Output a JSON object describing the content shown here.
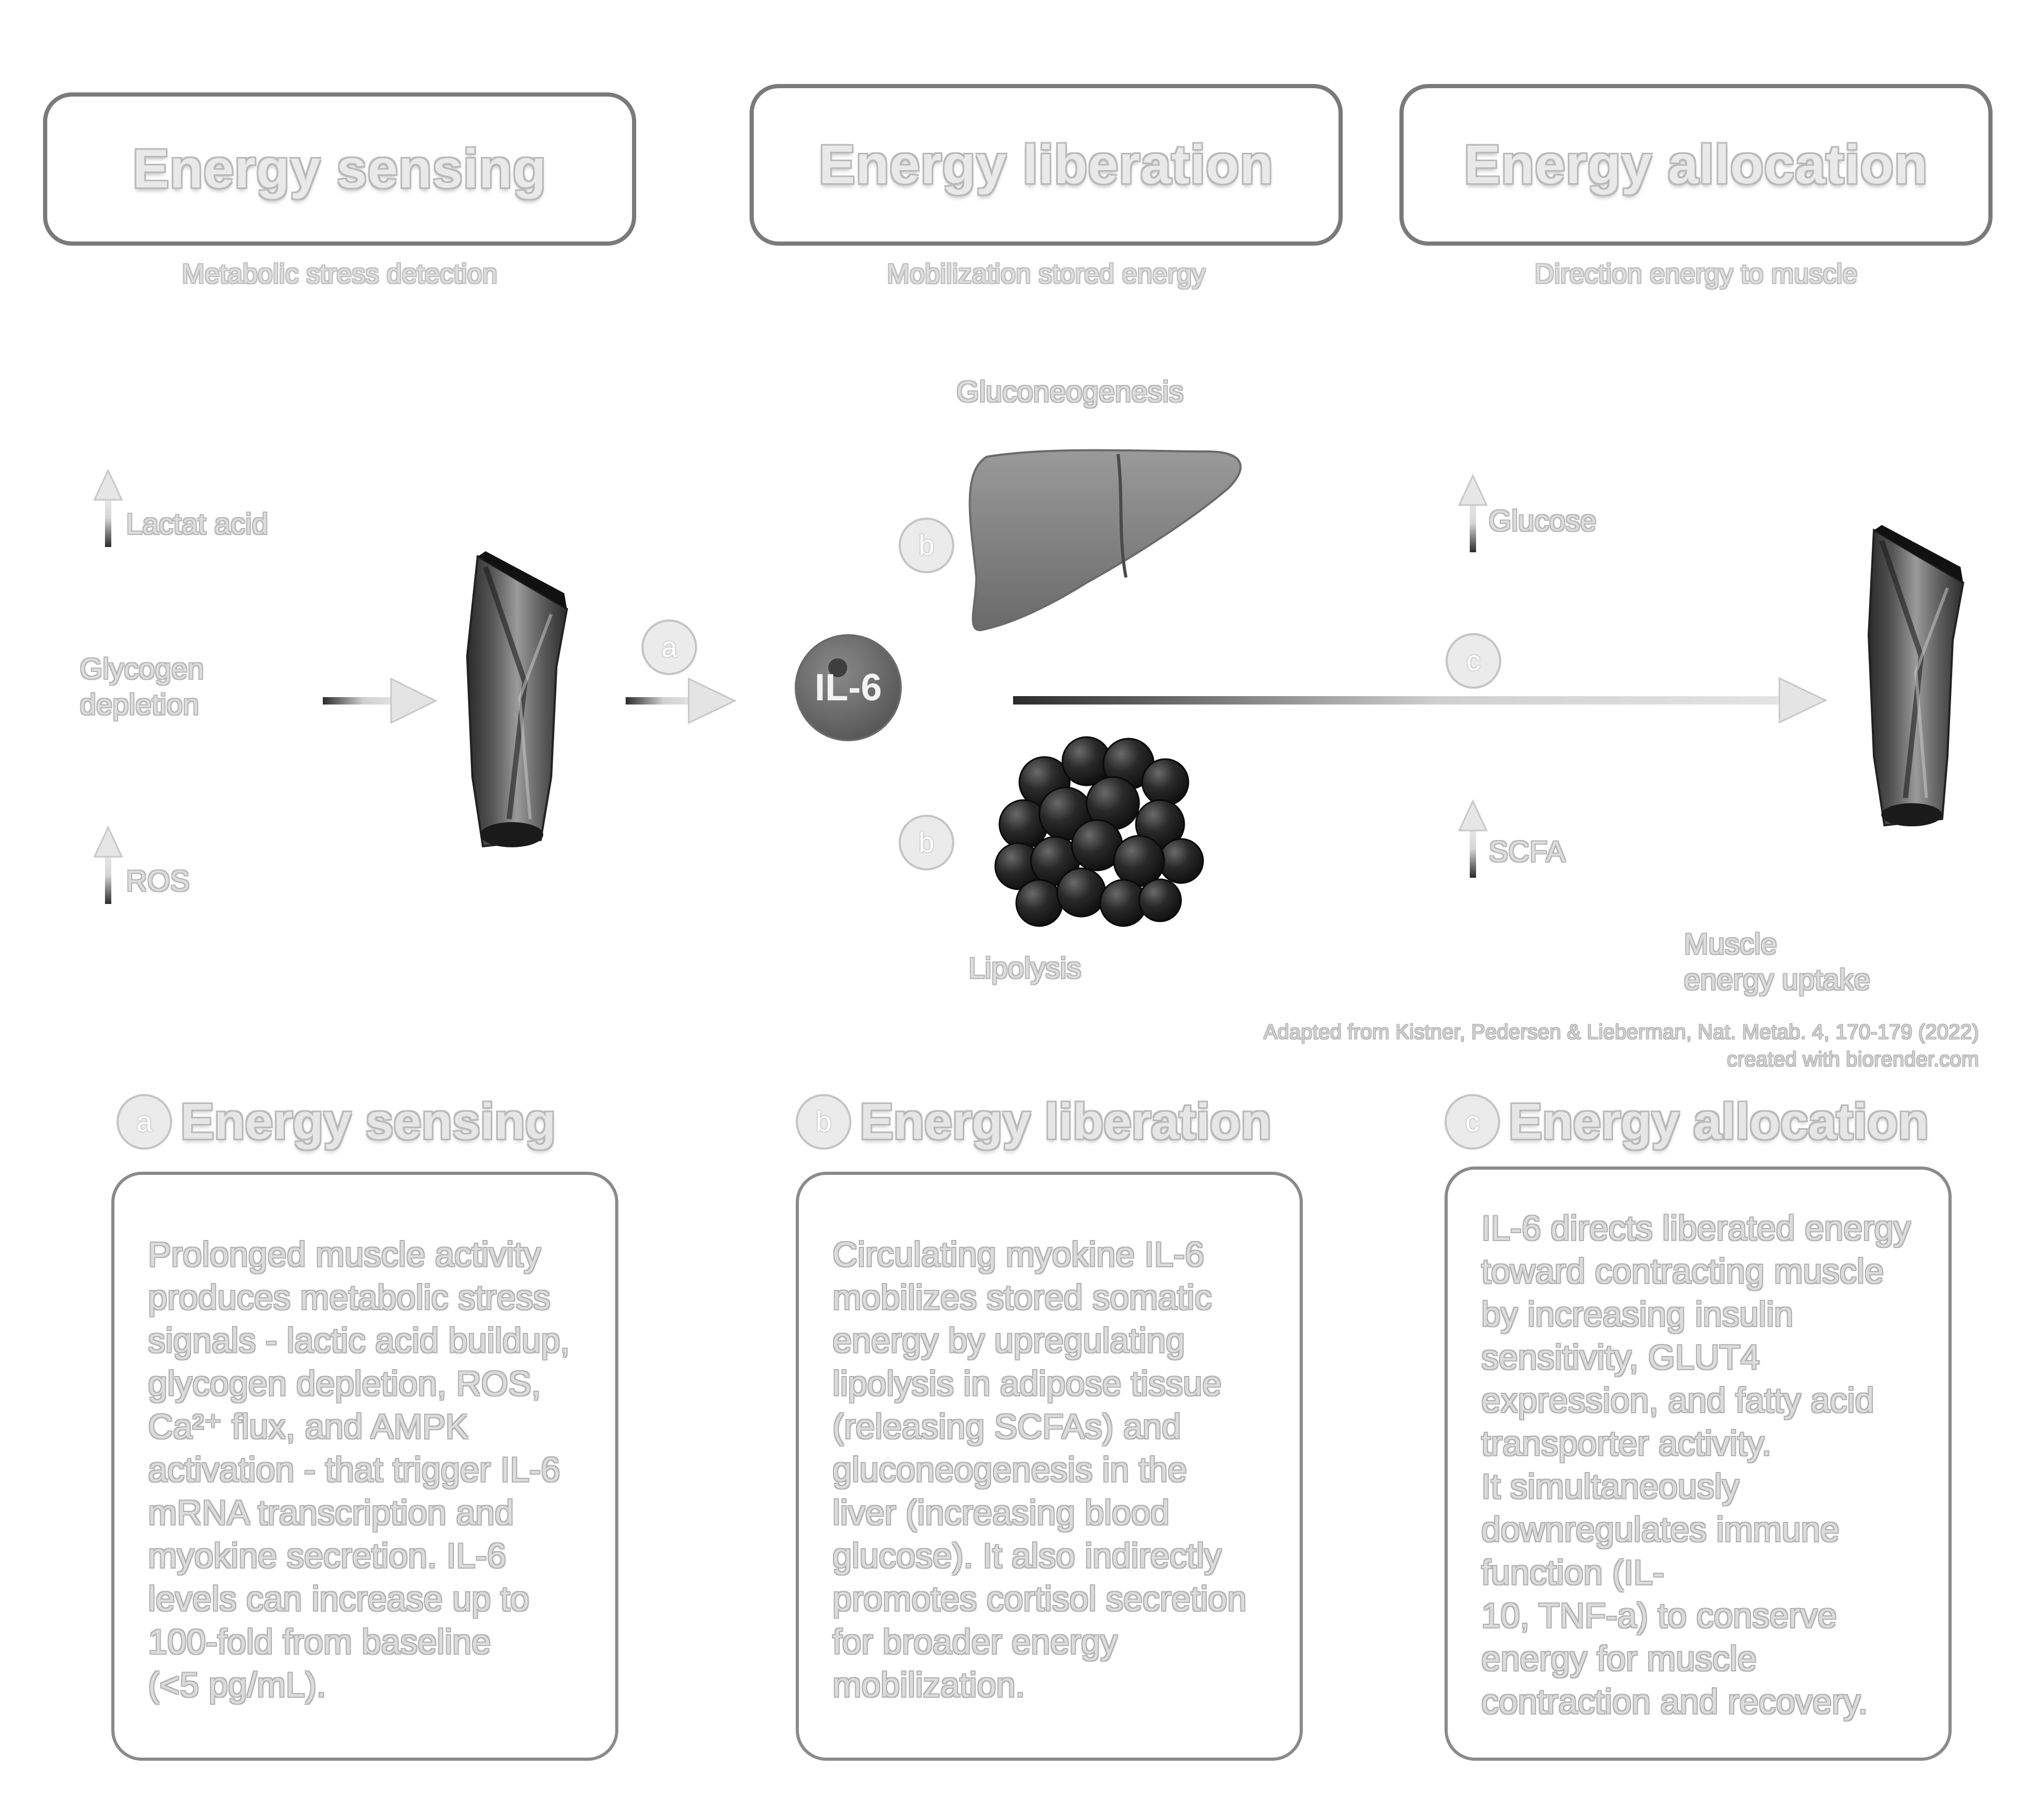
{
  "stages": [
    {
      "title": "Energy sensing",
      "subtitle": "Metabolic stress detection"
    },
    {
      "title": "Energy liberation",
      "subtitle": "Mobilization stored energy"
    },
    {
      "title": "Energy allocation",
      "subtitle": "Direction energy to muscle"
    }
  ],
  "diagram": {
    "lactat": "Lactat acid",
    "glycogen_line1": "Glycogen",
    "glycogen_line2": "depletion",
    "ros": "ROS",
    "gluconeogenesis": "Gluconeogenesis",
    "lipolysis": "Lipolysis",
    "glucose": "Glucose",
    "scfa": "SCFA",
    "il6": "IL-6",
    "muscle_line1": "Muscle",
    "muscle_line2": "energy uptake",
    "badge_a": "a",
    "badge_b": "b",
    "badge_c": "c"
  },
  "credit": {
    "line1": "Adapted from Kistner, Pedersen & Lieberman, Nat. Metab. 4, 170-179 (2022)",
    "line2": "created with biorender.com"
  },
  "sections": [
    {
      "badge": "a",
      "title": "Energy sensing",
      "text": "Prolonged muscle activity\nproduces metabolic stress\nsignals - lactic acid buildup,\nglycogen depletion, ROS,\nCa²⁺ flux, and AMPK\nactivation - that trigger IL-6\nmRNA transcription and\nmyokine secretion. IL-6\nlevels can increase up to\n100-fold from baseline\n(<5 pg/mL)."
    },
    {
      "badge": "b",
      "title": "Energy liberation",
      "text": "Circulating myokine IL-6\nmobilizes stored somatic\nenergy by upregulating\nlipolysis in adipose tissue\n(releasing SCFAs) and\ngluconeogenesis in the\nliver (increasing blood\nglucose). It also indirectly\npromotes cortisol secretion\nfor broader energy\nmobilization."
    },
    {
      "badge": "c",
      "title": "Energy allocation",
      "text": "IL-6 directs liberated energy\ntoward contracting muscle\nby increasing insulin\nsensitivity, GLUT4\nexpression, and fatty acid\ntransporter activity.\nIt simultaneously\ndownregulates immune\nfunction (IL-\n10, TNF-a) to conserve\nenergy for muscle\ncontraction and recovery."
    }
  ]
}
